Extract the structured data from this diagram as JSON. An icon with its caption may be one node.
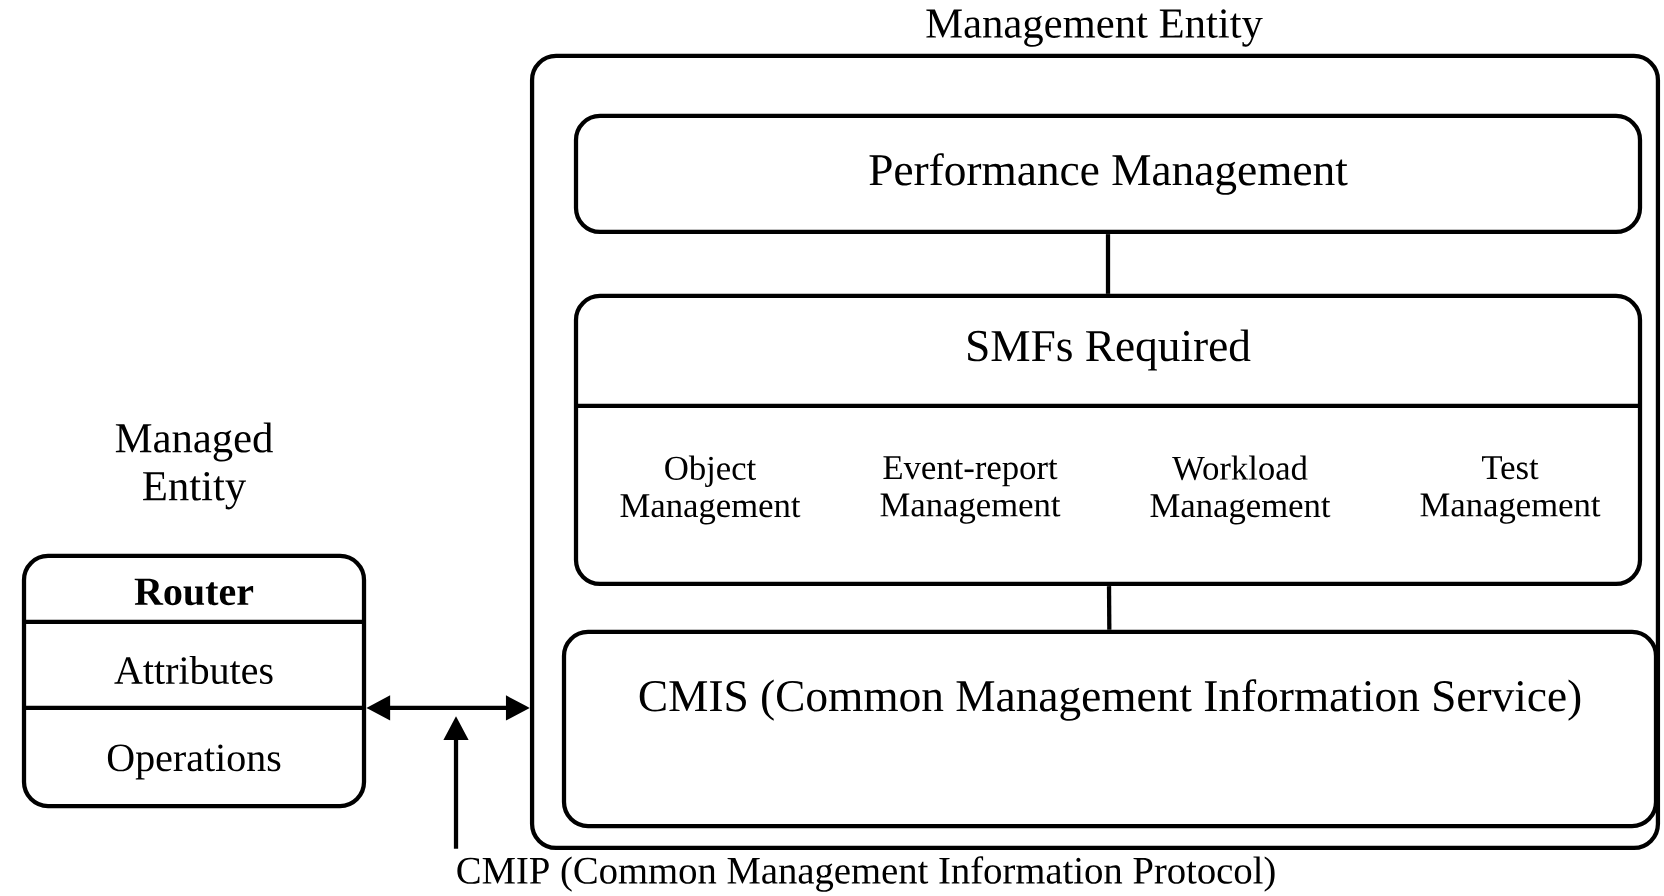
{
  "diagram": {
    "nodes": [
      {
        "text": [
          "Management Entity"
        ]
      },
      {
        "text": [
          "Performance Management"
        ],
        "in": 0
      },
      {
        "text": [
          "SMFs Required",
          "Object Management",
          "Event-report Management",
          "Workload Management",
          "Test Management"
        ],
        "in": 0
      },
      {
        "text": [
          "CMIS (Common Management Information Service)"
        ],
        "in": 0
      },
      {
        "text": [
          "Managed Entity",
          "Router",
          "Attributes",
          "Operations"
        ]
      },
      {
        "text": [
          "CMIP (Common Management Information Protocol)"
        ]
      }
    ],
    "edges": [
      {
        "from": 1,
        "to": 2,
        "arrow": "none"
      },
      {
        "from": 2,
        "to": 3,
        "arrow": "none"
      },
      {
        "from": 4,
        "to": 0,
        "arrow": "both"
      },
      {
        "from": 5,
        "to": null,
        "arrow": "to"
      }
    ]
  }
}
